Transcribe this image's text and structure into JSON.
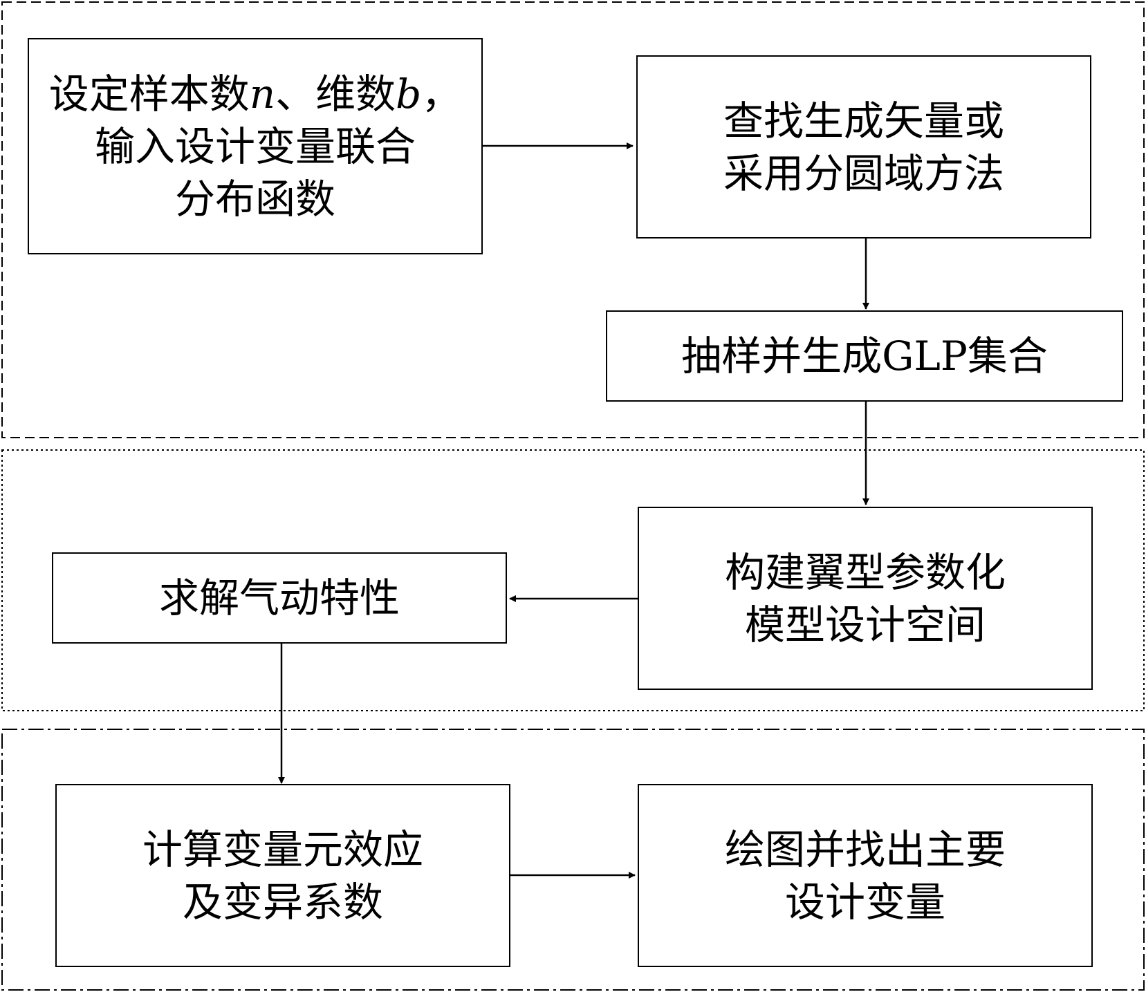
{
  "nodes": {
    "input": {
      "line1_pre": "设定样本数",
      "var_n": "n",
      "line1_mid": "、维数",
      "var_b": "b",
      "line1_post": "，",
      "line2": "输入设计变量联合",
      "line3": "分布函数"
    },
    "generate_vector": {
      "line1": "查找生成矢量或",
      "line2": "采用分圆域方法"
    },
    "sampling": {
      "line1": "抽样并生成GLP集合"
    },
    "param_space": {
      "line1": "构建翼型参数化",
      "line2": "模型设计空间"
    },
    "solve": {
      "line1": "求解气动特性"
    },
    "compute_effects": {
      "line1": "计算变量元效应",
      "line2": "及变异系数"
    },
    "plot": {
      "line1": "绘图并找出主要",
      "line2": "设计变量"
    }
  },
  "colors": {
    "stroke": "#000000",
    "background": "#ffffff"
  }
}
